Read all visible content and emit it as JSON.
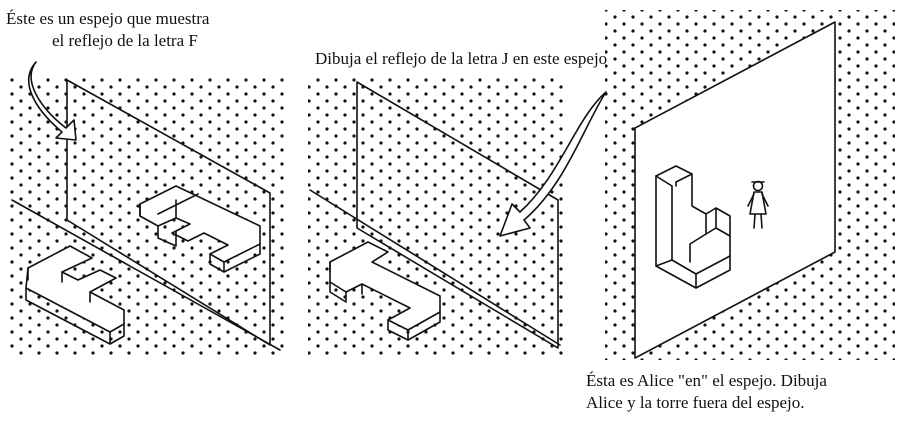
{
  "panel_left": {
    "caption_line1": "Éste es un espejo que muestra",
    "caption_line2": "el reflejo de la letra F"
  },
  "panel_middle": {
    "caption": "Dibuja el reflejo de la letra J en este espejo"
  },
  "panel_right": {
    "caption_line1": "Ésta es Alice \"en\" el espejo. Dibuja",
    "caption_line2": "Alice y la torre fuera del espejo."
  }
}
